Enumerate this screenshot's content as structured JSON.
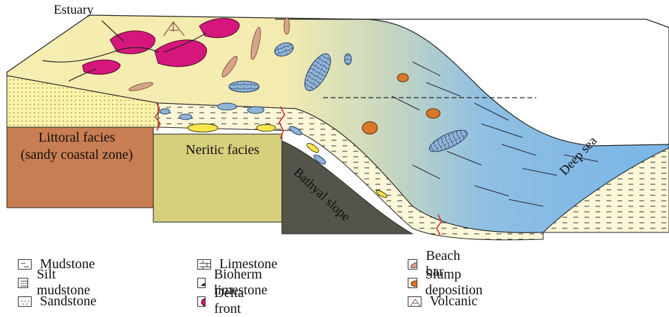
{
  "labels": {
    "estuary": "Estuary",
    "littoral_line1": "Littoral facies",
    "littoral_line2": "(sandy coastal zone)",
    "neritic": "Neritic facies",
    "bathyal": "Bathyal slope",
    "deep_sea": "Deep sea"
  },
  "legend": {
    "col1": [
      "Mudstone",
      "Silt mudstone",
      "Sandstone"
    ],
    "col2": [
      "Limestone",
      "Bioherm limestone",
      "Delta front"
    ],
    "col3": [
      "Beach bar",
      "Slump deposition",
      "Volcanic"
    ]
  },
  "colors": {
    "land_surface": "#f6eeb0",
    "deep_water": "#7db8e4",
    "littoral_block": "#c97d52",
    "neritic_block": "#d6cf7c",
    "bathyal_block": "#55544a",
    "delta_front": "#d5177c",
    "limestone_blue": "#90b4d8",
    "sandstone_yellow": "#f7e54a",
    "slump_orange": "#d9772a"
  }
}
